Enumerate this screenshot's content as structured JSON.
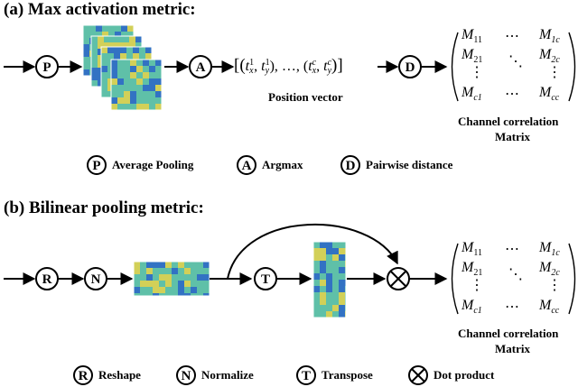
{
  "section_a": {
    "title": "(a) Max activation metric:",
    "position_vector": {
      "open": "[(",
      "t1x": "t",
      "t1x_sup": "1",
      "t1x_sub": "x",
      "t1y": "t",
      "t1y_sup": "1",
      "t1y_sub": "y",
      "ellipsis": "), …, (",
      "tcx": "t",
      "tcx_sup": "c",
      "tcx_sub": "x",
      "tcy": "t",
      "tcy_sup": "c",
      "tcy_sub": "y",
      "close": ")]",
      "label": "Position vector"
    },
    "nodes": {
      "pool": "P",
      "argmax": "A",
      "distance": "D"
    },
    "matrix_caption": [
      "Channel correlation",
      "Matrix"
    ],
    "legend": [
      {
        "symbol": "P",
        "label": "Average Pooling"
      },
      {
        "symbol": "A",
        "label": "Argmax"
      },
      {
        "symbol": "D",
        "label": "Pairwise distance"
      }
    ]
  },
  "section_b": {
    "title": "(b) Bilinear pooling metric:",
    "nodes": {
      "reshape": "R",
      "normalize": "N",
      "transpose": "T"
    },
    "matrix_caption": [
      "Channel correlation",
      "Matrix"
    ],
    "legend": [
      {
        "symbol": "R",
        "label": "Reshape"
      },
      {
        "symbol": "N",
        "label": "Normalize"
      },
      {
        "symbol": "T",
        "label": "Transpose"
      },
      {
        "symbol": "⊗",
        "label": "Dot product"
      }
    ]
  },
  "matrix": {
    "m11": "M",
    "m11_sub": "11",
    "m1c": "M",
    "m1c_sub": "1c",
    "m21": "M",
    "m21_sub": "21",
    "m2c": "M",
    "m2c_sub": "2c",
    "mc1": "M",
    "mc1_sub": "c1",
    "mcc": "M",
    "mcc_sub": "cc",
    "hdots": "⋯",
    "ddots": "⋱",
    "vdots": "⋮"
  },
  "colors": {
    "stroke": "#000000",
    "heat_low": "#2a64c8",
    "heat_mid": "#5fc0a8",
    "heat_high": "#e6d24a"
  }
}
